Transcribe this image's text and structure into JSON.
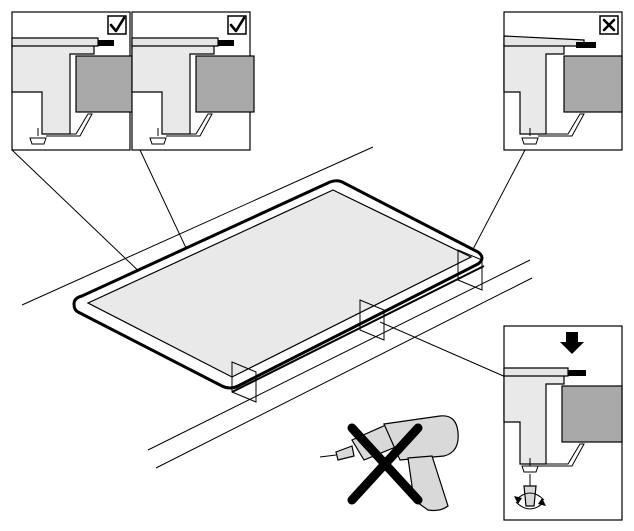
{
  "panels": [
    {
      "id": "correct-1",
      "status": "correct",
      "symbol": "✓"
    },
    {
      "id": "correct-2",
      "status": "correct",
      "symbol": "✓"
    },
    {
      "id": "incorrect",
      "status": "incorrect",
      "symbol": "✕"
    },
    {
      "id": "adjust",
      "status": "press-down-and-adjust",
      "symbol": "arrow-down-icon"
    }
  ],
  "forbidden_tool": "drill-icon",
  "colors": {
    "line": "#000000",
    "surface": "#e6e6e6",
    "bracket": "#a9a9a9"
  }
}
